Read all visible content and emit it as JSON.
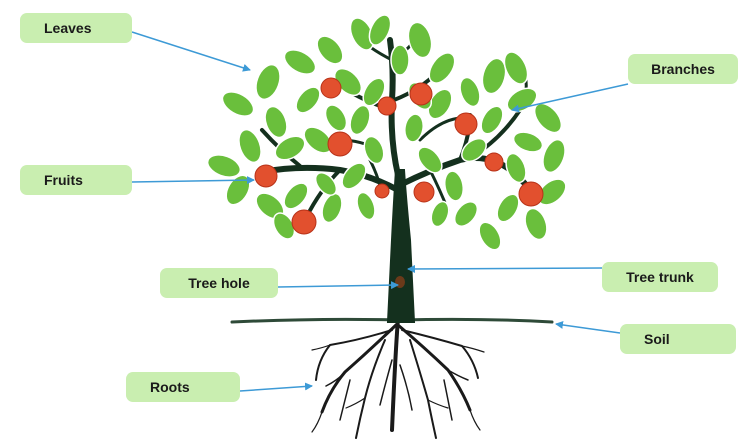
{
  "labels": {
    "leaves": "Leaves",
    "branches": "Branches",
    "fruits": "Fruits",
    "tree_hole": "Tree hole",
    "tree_trunk": "Tree trunk",
    "soil": "Soil",
    "roots": "Roots"
  },
  "colors": {
    "label_background": "#c9eeb0",
    "leaf": "#6abf3c",
    "leaf_vein": "#d6f0c4",
    "trunk": "#14301e",
    "fruit": "#e2502e",
    "soil": "#2e4a38",
    "roots": "#1a1a1a",
    "arrow": "#3d9ad6"
  }
}
